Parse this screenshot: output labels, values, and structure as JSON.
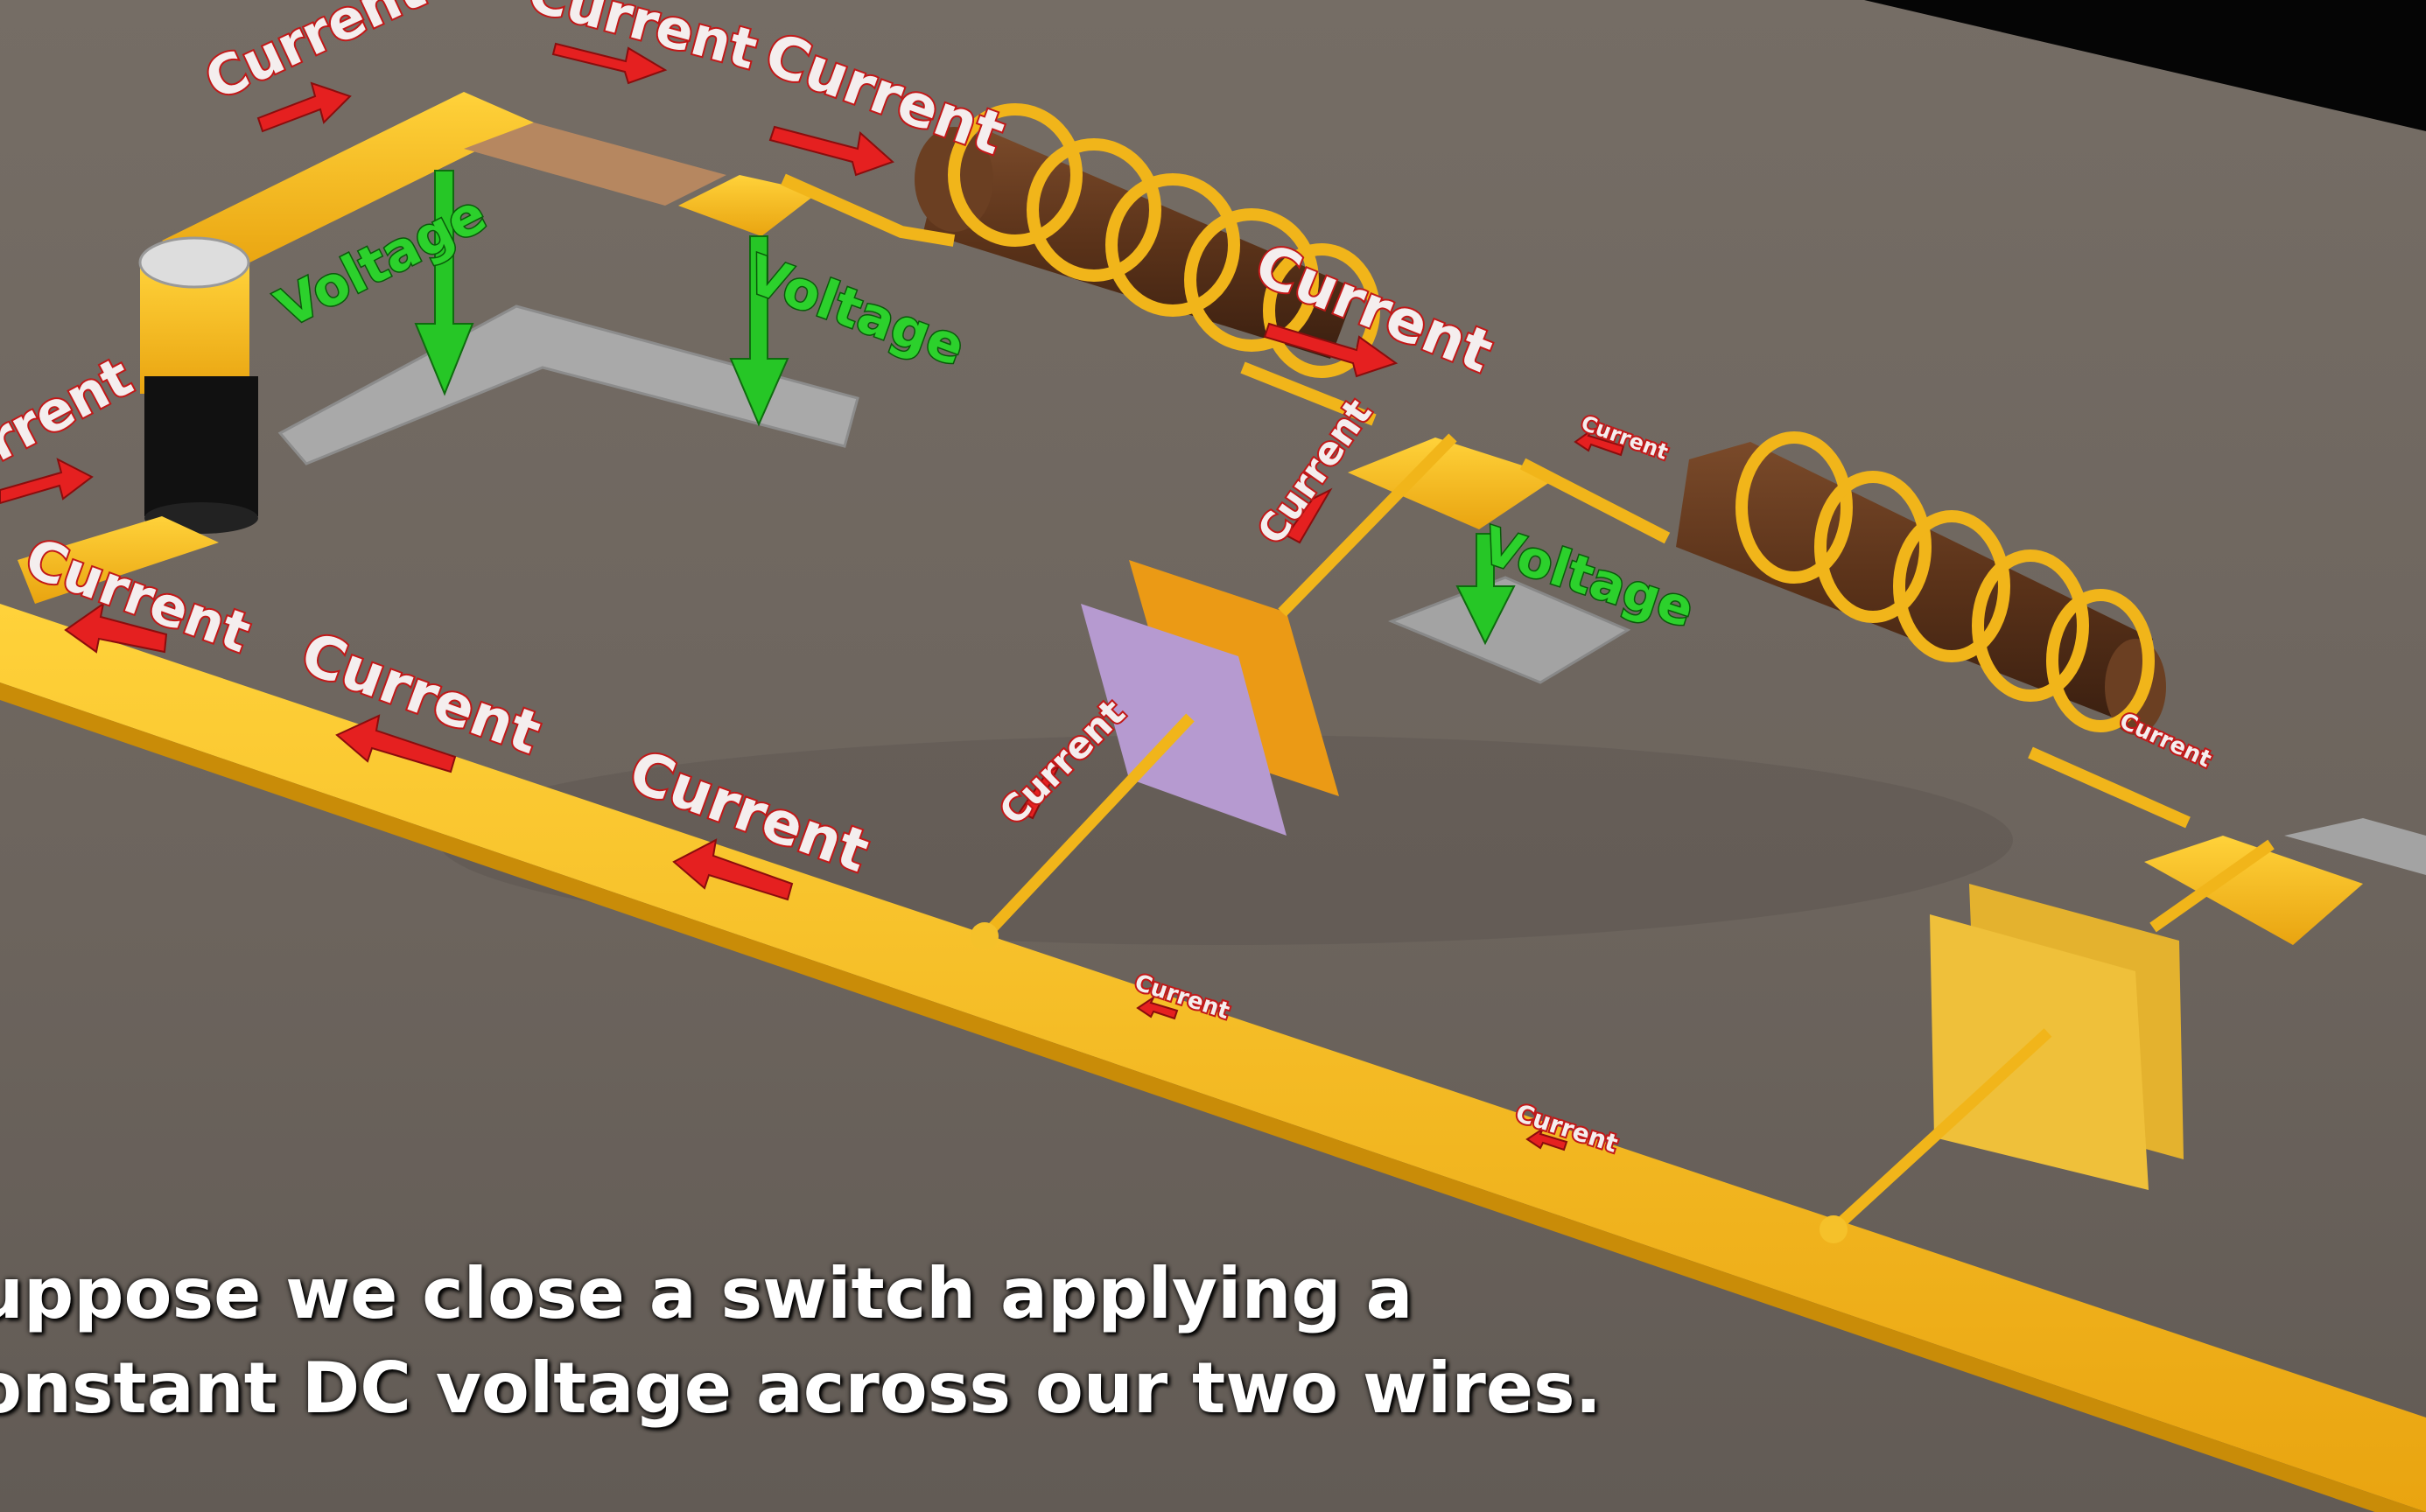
{
  "scene": {
    "background_color": "#6e665f",
    "conductor_color": "#f2b51c",
    "arrow_current_color": "#e52020",
    "arrow_voltage_color": "#26c626",
    "label_current": "Current",
    "label_voltage": "Voltage"
  },
  "subtitle": {
    "line1": "uppose we close a switch applying a",
    "line2": "onstant DC voltage across our two wires."
  }
}
